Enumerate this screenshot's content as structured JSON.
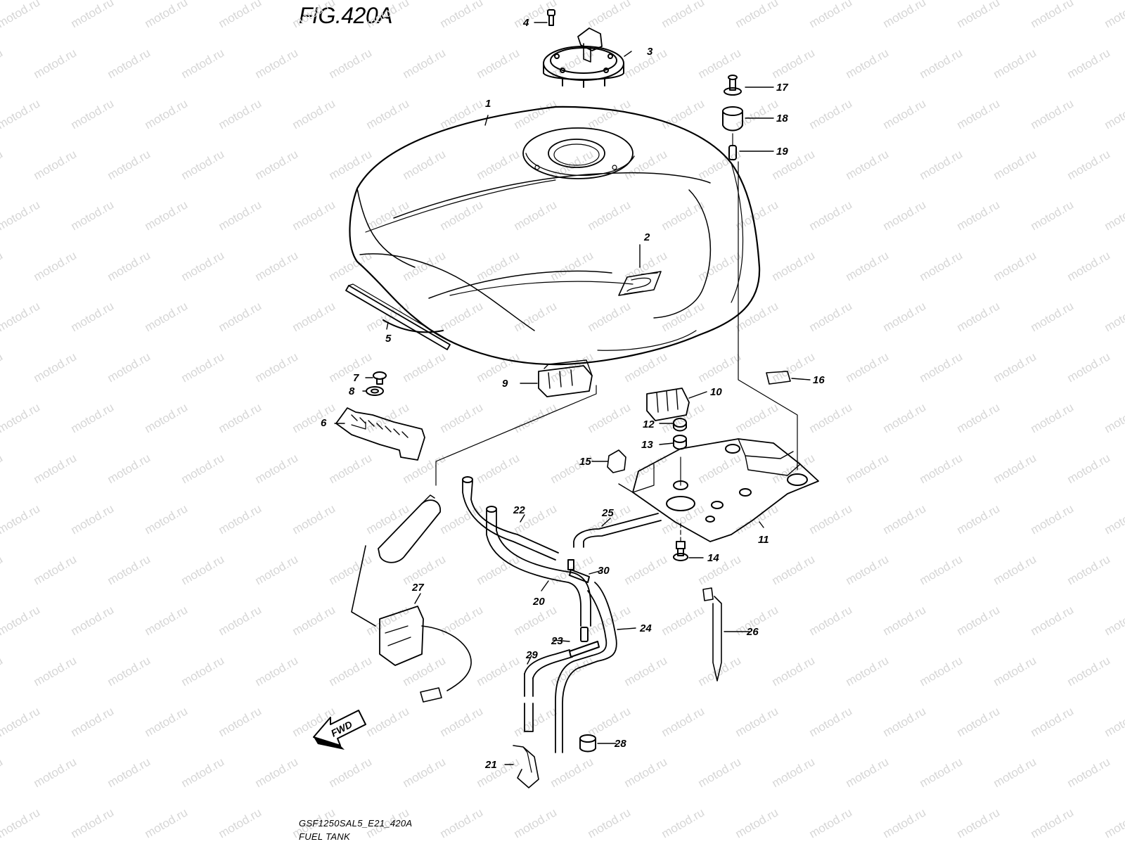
{
  "figure": {
    "title": "FIG.420A",
    "code": "GSF1250SAL5_E21_420A",
    "name": "FUEL TANK",
    "watermark": "motod.ru"
  },
  "direction_arrow": {
    "label": "FWD"
  },
  "callouts": [
    {
      "id": "c1",
      "label": "1"
    },
    {
      "id": "c2",
      "label": "2"
    },
    {
      "id": "c3",
      "label": "3"
    },
    {
      "id": "c4",
      "label": "4"
    },
    {
      "id": "c5",
      "label": "5"
    },
    {
      "id": "c6",
      "label": "6"
    },
    {
      "id": "c7",
      "label": "7"
    },
    {
      "id": "c8",
      "label": "8"
    },
    {
      "id": "c9",
      "label": "9"
    },
    {
      "id": "c10",
      "label": "10"
    },
    {
      "id": "c11",
      "label": "11"
    },
    {
      "id": "c12",
      "label": "12"
    },
    {
      "id": "c13",
      "label": "13"
    },
    {
      "id": "c14",
      "label": "14"
    },
    {
      "id": "c15",
      "label": "15"
    },
    {
      "id": "c16",
      "label": "16"
    },
    {
      "id": "c17",
      "label": "17"
    },
    {
      "id": "c18",
      "label": "18"
    },
    {
      "id": "c19",
      "label": "19"
    },
    {
      "id": "c20",
      "label": "20"
    },
    {
      "id": "c21",
      "label": "21"
    },
    {
      "id": "c22",
      "label": "22"
    },
    {
      "id": "c23",
      "label": "23"
    },
    {
      "id": "c24",
      "label": "24"
    },
    {
      "id": "c25",
      "label": "25"
    },
    {
      "id": "c26",
      "label": "26"
    },
    {
      "id": "c27",
      "label": "27"
    },
    {
      "id": "c28",
      "label": "28"
    },
    {
      "id": "c29",
      "label": "29"
    },
    {
      "id": "c30",
      "label": "30"
    }
  ]
}
